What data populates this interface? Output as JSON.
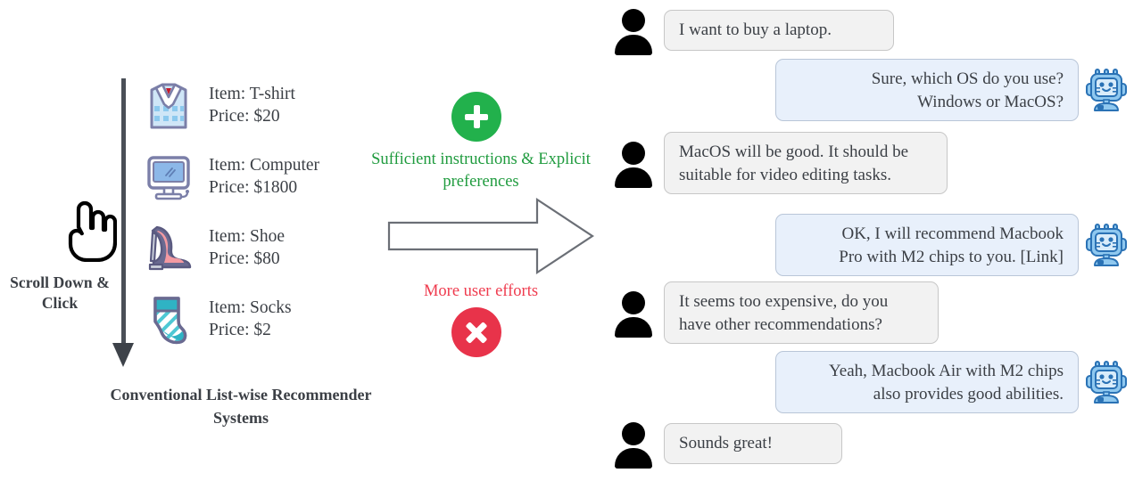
{
  "left": {
    "scroll_label": "Scroll Down\n& Click",
    "cursor_icon": "pointing-hand-cursor-icon",
    "scroll_arrow_icon": "down-arrow-icon",
    "caption": "Conventional List-wise\nRecommender Systems",
    "items": [
      {
        "icon": "tshirt-icon",
        "name_line": "Item: T-shirt",
        "price_line": "Price:  $20",
        "item": "T-shirt",
        "price": "$20"
      },
      {
        "icon": "computer-icon",
        "name_line": "Item: Computer",
        "price_line": "Price:  $1800",
        "item": "Computer",
        "price": "$1800"
      },
      {
        "icon": "shoe-icon",
        "name_line": "Item: Shoe",
        "price_line": "Price:  $80",
        "item": "Shoe",
        "price": "$80"
      },
      {
        "icon": "sock-icon",
        "name_line": "Item: Socks",
        "price_line": "Price:  $2",
        "item": "Socks",
        "price": "$2"
      }
    ]
  },
  "middle": {
    "plus_badge_icon": "plus-circle-icon",
    "cross_badge_icon": "cross-circle-icon",
    "arrow_icon": "right-block-arrow-icon",
    "positive_text": "Sufficient instructions\n& Explicit preferences",
    "negative_text": "More user efforts",
    "positive_color": "#1f9b3e",
    "negative_color": "#ef3b4e",
    "plus_badge_color": "#22b14c",
    "cross_badge_color": "#e8334a"
  },
  "chat": {
    "user_avatar_icon": "user-avatar-icon",
    "bot_avatar_icon": "robot-avatar-icon",
    "user_bubble_color": "#f2f2f2",
    "bot_bubble_color": "#e8f0fb",
    "messages": [
      {
        "role": "user",
        "text": "I want to buy a laptop."
      },
      {
        "role": "bot",
        "text": "Sure, which OS do you use?\nWindows or MacOS?"
      },
      {
        "role": "user",
        "text": "MacOS will be good. It should be\nsuitable for video editing tasks."
      },
      {
        "role": "bot",
        "text": "OK, I will recommend Macbook\nPro with M2 chips to you. [Link]"
      },
      {
        "role": "user",
        "text": "It seems too expensive, do you\nhave other recommendations?"
      },
      {
        "role": "bot",
        "text": "Yeah, Macbook Air with M2 chips\nalso provides good abilities."
      },
      {
        "role": "user",
        "text": "Sounds great!"
      }
    ]
  }
}
